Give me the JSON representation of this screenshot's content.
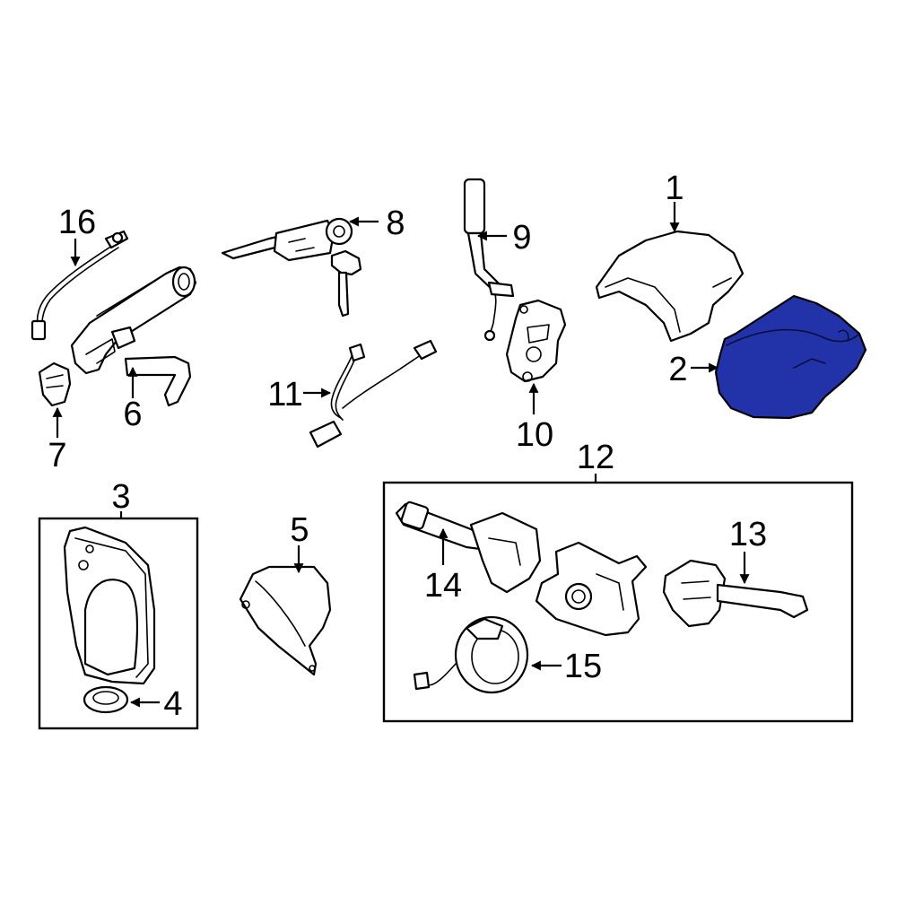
{
  "highlight_color": "#2233aa",
  "callouts": [
    {
      "id": "1",
      "label": "1"
    },
    {
      "id": "2",
      "label": "2",
      "highlighted": true
    },
    {
      "id": "3",
      "label": "3"
    },
    {
      "id": "4",
      "label": "4"
    },
    {
      "id": "5",
      "label": "5"
    },
    {
      "id": "6",
      "label": "6"
    },
    {
      "id": "7",
      "label": "7"
    },
    {
      "id": "8",
      "label": "8"
    },
    {
      "id": "9",
      "label": "9"
    },
    {
      "id": "10",
      "label": "10"
    },
    {
      "id": "11",
      "label": "11"
    },
    {
      "id": "12",
      "label": "12"
    },
    {
      "id": "13",
      "label": "13"
    },
    {
      "id": "14",
      "label": "14"
    },
    {
      "id": "15",
      "label": "15"
    },
    {
      "id": "16",
      "label": "16"
    }
  ]
}
